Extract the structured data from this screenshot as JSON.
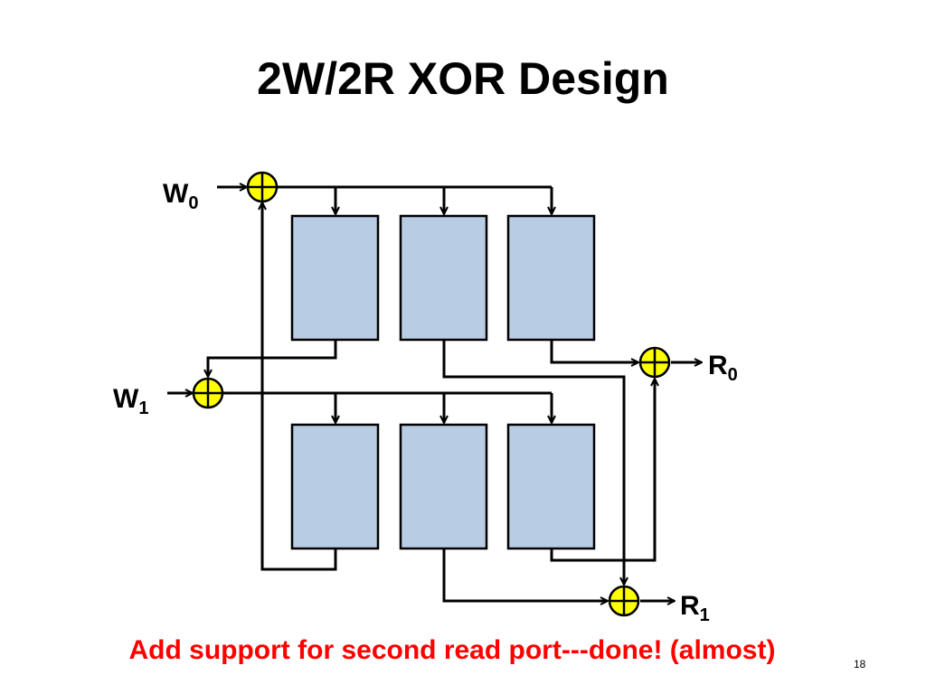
{
  "slide": {
    "title": "2W/2R XOR Design",
    "footnote": "Add support for second read port---done! (almost)",
    "page_number": "18"
  },
  "ports": {
    "w0": {
      "main": "W",
      "sub": "0"
    },
    "w1": {
      "main": "W",
      "sub": "1"
    },
    "r0": {
      "main": "R",
      "sub": "0"
    },
    "r1": {
      "main": "R",
      "sub": "1"
    }
  },
  "colors": {
    "bank_fill": "#b8cce4",
    "xor_fill": "#ffff00",
    "footnote": "#ff0000"
  }
}
